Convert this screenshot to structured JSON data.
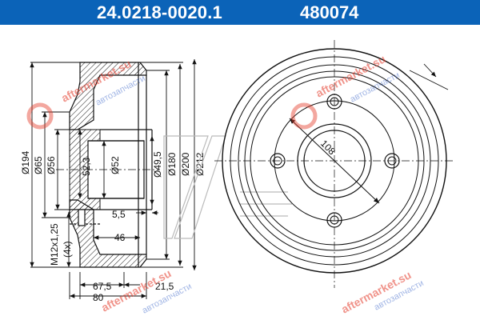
{
  "header": {
    "part_number": "24.0218-0020.1",
    "reference": "480074"
  },
  "dimensions": {
    "d194": "Ø194",
    "d65": "Ø65",
    "d56": "Ø56",
    "d52_3": "52,3",
    "d52": "Ø52",
    "d49_5": "Ø49,5",
    "d180": "Ø180",
    "d200": "Ø200",
    "d212": "Ø212",
    "thread": "M12x1,25",
    "count": "(4x)",
    "d5_5": "5,5",
    "d46": "46",
    "d67_5": "67,5",
    "d80": "80",
    "d21_5": "21,5",
    "pcd": "108"
  },
  "watermarks": {
    "site": "aftermarket.su",
    "subtitle": "автозапчасти"
  },
  "colors": {
    "header_bg": "#0b63b8",
    "watermark_red": "#e43b2b",
    "watermark_blue": "#2a58c4"
  }
}
